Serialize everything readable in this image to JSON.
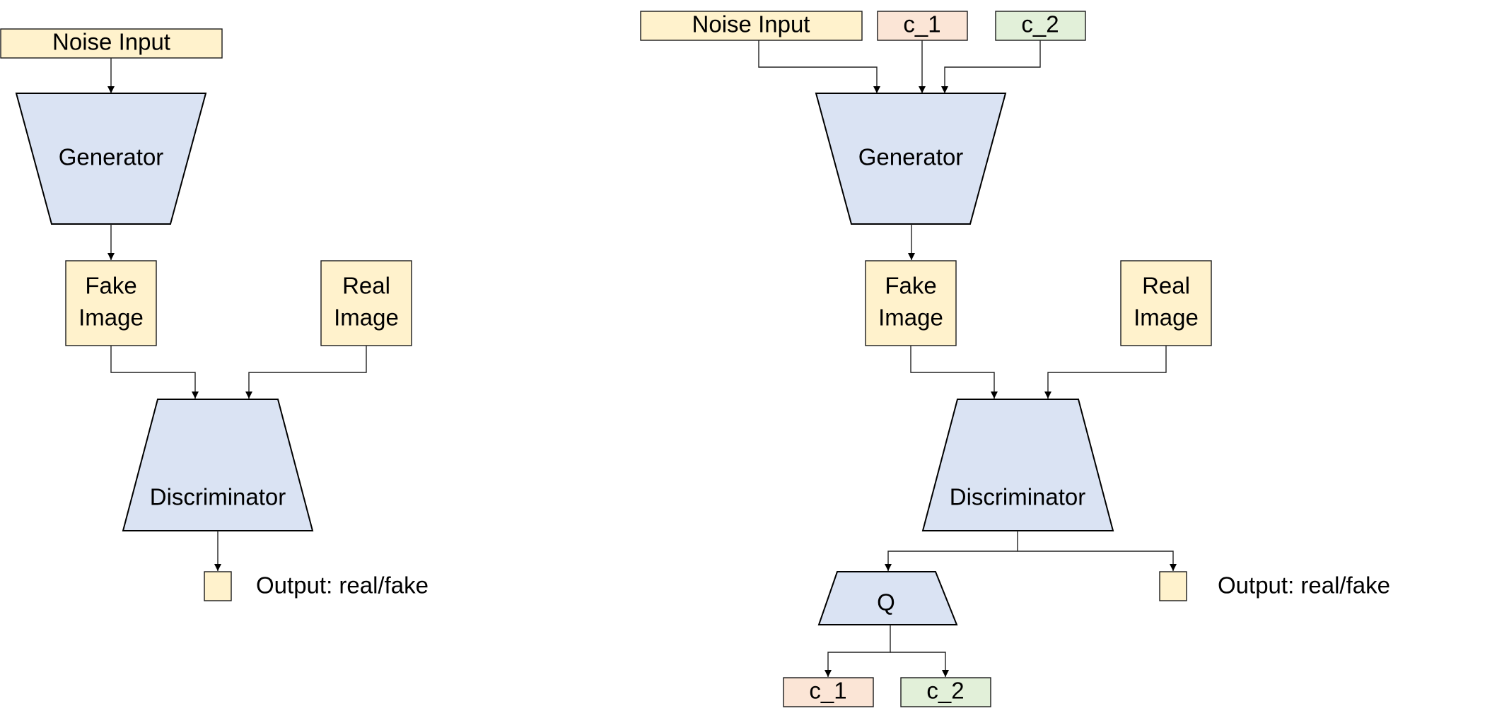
{
  "colors": {
    "input_fill": "#fff2cc",
    "c1_fill": "#fbe5d6",
    "c2_fill": "#e2f0d9",
    "network_fill": "#dae3f3",
    "stroke": "#000000"
  },
  "gan": {
    "noise_input": "Noise Input",
    "generator": "Generator",
    "fake_image": [
      "Fake",
      "Image"
    ],
    "real_image": [
      "Real",
      "Image"
    ],
    "discriminator": "Discriminator",
    "output": "Output: real/fake"
  },
  "infogan": {
    "noise_input": "Noise Input",
    "code_c1": "c_1",
    "code_c2": "c_2",
    "generator": "Generator",
    "fake_image": [
      "Fake",
      "Image"
    ],
    "real_image": [
      "Real",
      "Image"
    ],
    "discriminator": "Discriminator",
    "q_network": "Q",
    "output": "Output: real/fake",
    "q_out_c1": "c_1",
    "q_out_c2": "c_2"
  }
}
